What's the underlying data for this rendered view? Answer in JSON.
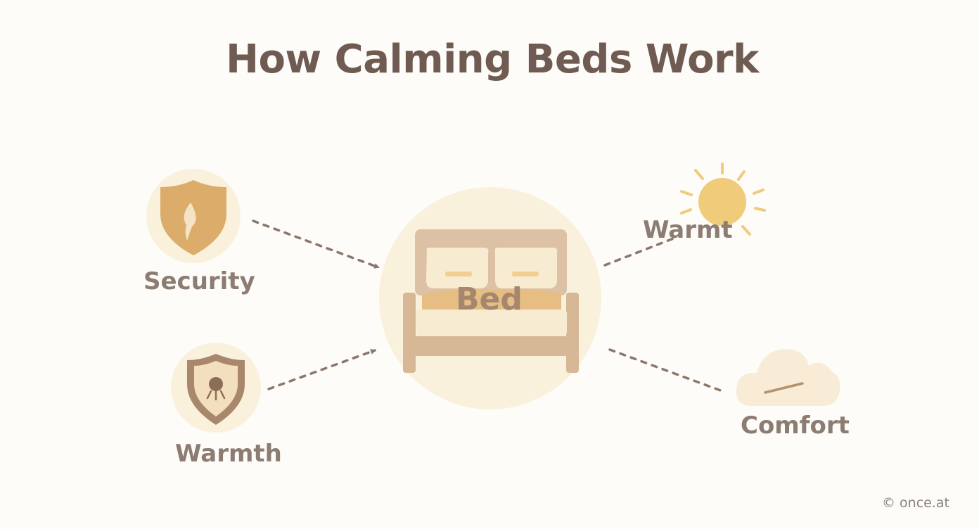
{
  "title": "How Calming Beds Work",
  "center": {
    "label": "Bed",
    "icon": "bed-icon"
  },
  "nodes": {
    "security": {
      "label": "Security",
      "icon": "shield-leaf-icon"
    },
    "warmth_left": {
      "label": "Warmth",
      "icon": "shield-flame-icon"
    },
    "warmth_right": {
      "label": "Warmt",
      "icon": "sun-icon"
    },
    "comfort": {
      "label": "Comfort",
      "icon": "cloud-icon"
    }
  },
  "credit": "© once.at",
  "colors": {
    "background": "#fdfcf9",
    "title": "#6f5b52",
    "label": "#8c7c72",
    "circle_fill": "#faf1dc",
    "tan": "#d7b48d",
    "gold": "#e2b56a",
    "sun": "#f0cc7a",
    "arrow": "#8c776a"
  }
}
